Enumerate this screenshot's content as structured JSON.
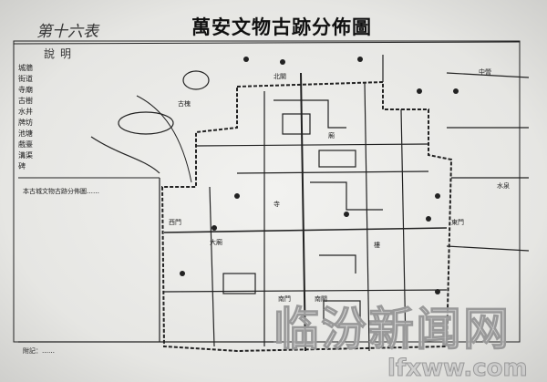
{
  "sheet_label": "第十六表",
  "title": "萬安文物古跡分佈圖",
  "legend": {
    "title": "說明",
    "items": [
      "城牆",
      "街道",
      "寺廟",
      "古樹",
      "水井",
      "牌坊",
      "池塘",
      "戲臺",
      "溝渠",
      "碑"
    ]
  },
  "places": [
    "中營",
    "南關",
    "北關",
    "東門",
    "西門",
    "南門",
    "水泉",
    "廟",
    "寺",
    "樓",
    "古槐",
    "大廟"
  ],
  "notes": [
    "本古城文物古跡分佈圖……",
    "附記：……"
  ],
  "watermark": {
    "text": "临汾新闻网",
    "url": "lfxww.com"
  },
  "colors": {
    "ink": "#1a1a1a",
    "paper": "#eeeeec",
    "watermark": "#c8c8c8"
  }
}
